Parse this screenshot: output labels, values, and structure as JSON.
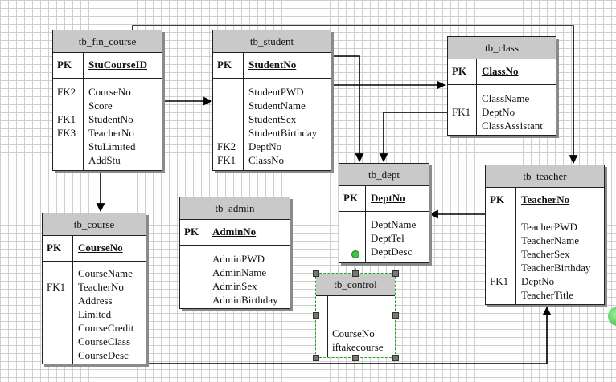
{
  "entities": {
    "fin_course": {
      "title": "tb_fin_course",
      "pk_label": "PK",
      "pk_field": "StuCourseID",
      "keys": [
        "FK2",
        "",
        "FK1",
        "FK3",
        "",
        ""
      ],
      "fields": [
        "CourseNo",
        "Score",
        "StudentNo",
        "TeacherNo",
        "StuLimited",
        "AddStu"
      ]
    },
    "student": {
      "title": "tb_student",
      "pk_label": "PK",
      "pk_field": "StudentNo",
      "keys": [
        "",
        "",
        "",
        "",
        "FK2",
        "FK1"
      ],
      "fields": [
        "StudentPWD",
        "StudentName",
        "StudentSex",
        "StudentBirthday",
        "DeptNo",
        "ClassNo"
      ]
    },
    "class": {
      "title": "tb_class",
      "pk_label": "PK",
      "pk_field": "ClassNo",
      "keys": [
        "",
        "FK1",
        ""
      ],
      "fields": [
        "ClassName",
        "DeptNo",
        "ClassAssistant"
      ]
    },
    "dept": {
      "title": "tb_dept",
      "pk_label": "PK",
      "pk_field": "DeptNo",
      "keys": [
        "",
        "",
        ""
      ],
      "fields": [
        "DeptName",
        "DeptTel",
        "DeptDesc"
      ]
    },
    "teacher": {
      "title": "tb_teacher",
      "pk_label": "PK",
      "pk_field": "TeacherNo",
      "keys": [
        "",
        "",
        "",
        "",
        "FK1",
        ""
      ],
      "fields": [
        "TeacherPWD",
        "TeacherName",
        "TeacherSex",
        "TeacherBirthday",
        "DeptNo",
        "TeacherTitle"
      ]
    },
    "course": {
      "title": "tb_course",
      "pk_label": "PK",
      "pk_field": "CourseNo",
      "keys": [
        "",
        "FK1",
        "",
        "",
        "",
        "",
        ""
      ],
      "fields": [
        "CourseName",
        "TeacherNo",
        "Address",
        "Limited",
        "CourseCredit",
        "CourseClass",
        "CourseDesc"
      ]
    },
    "admin": {
      "title": "tb_admin",
      "pk_label": "PK",
      "pk_field": "AdminNo",
      "keys": [
        "",
        "",
        "",
        ""
      ],
      "fields": [
        "AdminPWD",
        "AdminName",
        "AdminSex",
        "AdminBirthday"
      ]
    },
    "control": {
      "title": "tb_control",
      "fields": [
        "CourseNo",
        "iftakecourse"
      ]
    }
  },
  "colors": {
    "header": "#c9c9c9",
    "selection": "#2aa02a",
    "line": "#000000"
  }
}
